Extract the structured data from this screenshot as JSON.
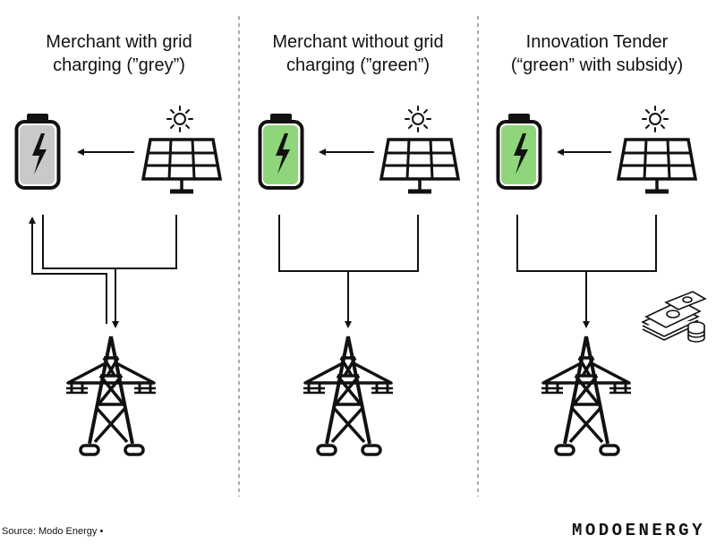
{
  "panels": [
    {
      "title_line1": "Merchant with grid",
      "title_line2": "charging (”grey”)",
      "battery_color": "#c9c9c9"
    },
    {
      "title_line1": "Merchant without grid",
      "title_line2": "charging (”green”)",
      "battery_color": "#8fd67a"
    },
    {
      "title_line1": "Innovation Tender",
      "title_line2": "(“green” with subsidy)",
      "battery_color": "#8fd67a"
    }
  ],
  "footer": {
    "source": "Source: Modo Energy •",
    "brand": "MODOENERGY"
  },
  "icons": [
    "battery-icon",
    "solar-panel-icon",
    "sun-icon",
    "transmission-tower-icon",
    "money-stack-icon"
  ]
}
